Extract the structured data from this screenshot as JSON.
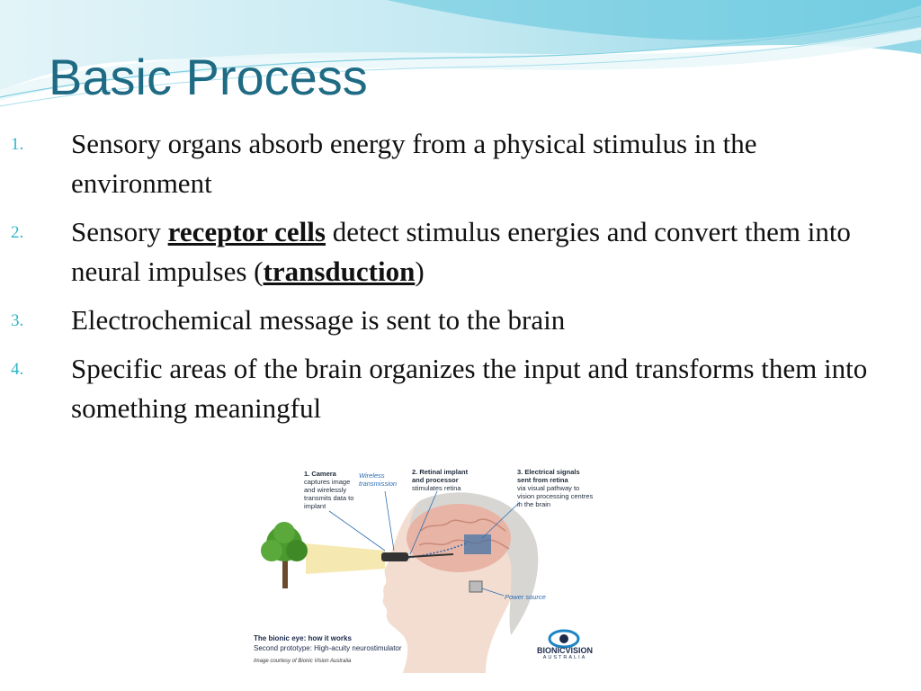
{
  "slide": {
    "title": "Basic Process",
    "items": [
      {
        "number": "1.",
        "segments": [
          {
            "text": "Sensory organs absorb energy from a physical stimulus in the environment",
            "emphasis": false
          }
        ]
      },
      {
        "number": "2.",
        "segments": [
          {
            "text": "Sensory ",
            "emphasis": false
          },
          {
            "text": "receptor cells",
            "emphasis": true
          },
          {
            "text": " detect stimulus energies and convert them into neural impulses (",
            "emphasis": false
          },
          {
            "text": "transduction",
            "emphasis": true
          },
          {
            "text": ")",
            "emphasis": false
          }
        ]
      },
      {
        "number": "3.",
        "segments": [
          {
            "text": "Electrochemical message is sent to the brain",
            "emphasis": false
          }
        ]
      },
      {
        "number": "4.",
        "segments": [
          {
            "text": "Specific areas of the brain organizes the input and transforms them into something meaningful",
            "emphasis": false
          }
        ]
      }
    ]
  },
  "figure": {
    "label_camera_title": "1. Camera",
    "label_camera_body": "captures image and wirelessly transmits data to implant",
    "label_wireless": "Wireless transmission",
    "label_retinal_title": "2. Retinal implant and processor",
    "label_retinal_body": "stimulates retina",
    "label_signals_title": "3. Electrical signals sent from retina",
    "label_signals_body": "via visual pathway to vision processing centres in the brain",
    "label_power": "Power source",
    "caption_title": "The bionic eye: how it works",
    "caption_subtitle": "Second prototype: High-acuity neurostimulator",
    "credit": "Image courtesy of Bionic Vision Australia",
    "brand_name": "BIONICVISION",
    "brand_sub": "AUSTRALIA",
    "colors": {
      "accent": "#2b6cb0",
      "tree": "#4a9a2e",
      "brain": "#e8b4a6",
      "beam": "#f5e6a8"
    }
  },
  "theme": {
    "title_color": "#1f6b84",
    "number_color": "#2fb5c8",
    "wave_colors": [
      "#bfe6f0",
      "#7fd0e3",
      "#3fb7d1"
    ]
  }
}
